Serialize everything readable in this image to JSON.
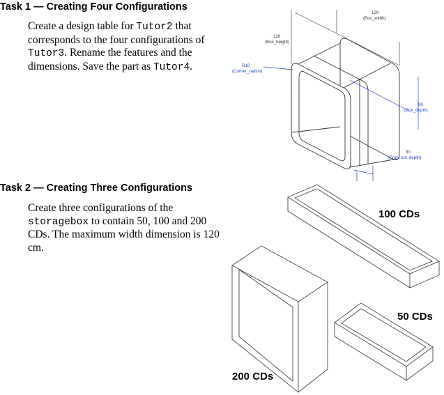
{
  "task1": {
    "heading": "Task 1 — Creating Four Configurations",
    "text": {
      "a": "Create a design table for ",
      "b": "Tutor2",
      "c": " that corresponds to the four configurations of ",
      "d": "Tutor3",
      "e": ". Rename the features and the dimensions. Save the part as ",
      "f": "Tutor4",
      "g": "."
    },
    "dims": {
      "box_height_value": "120",
      "box_height_name": "(Box_height)",
      "box_width_value": "120",
      "box_width_name": "(Box_width)",
      "corner_radius_value": "R10",
      "corner_radius_name": "(Corner_radius)",
      "box_depth_value": "90",
      "box_depth_name": "(Box_depth)",
      "front_cut_value": "30",
      "front_cut_name": "(Front cut_depth)"
    }
  },
  "task2": {
    "heading": "Task 2 — Creating Three Configurations",
    "text": {
      "a": "Create three configurations of the ",
      "b": "storagebox",
      "c": " to contain 50, 100 and 200 CDs. The maximum width dimension is 120 cm."
    },
    "labels": {
      "cd100": "100 CDs",
      "cd50": "50 CDs",
      "cd200": "200 CDs"
    }
  },
  "colors": {
    "dimension_blue": "#2244cc",
    "line": "#333333"
  }
}
